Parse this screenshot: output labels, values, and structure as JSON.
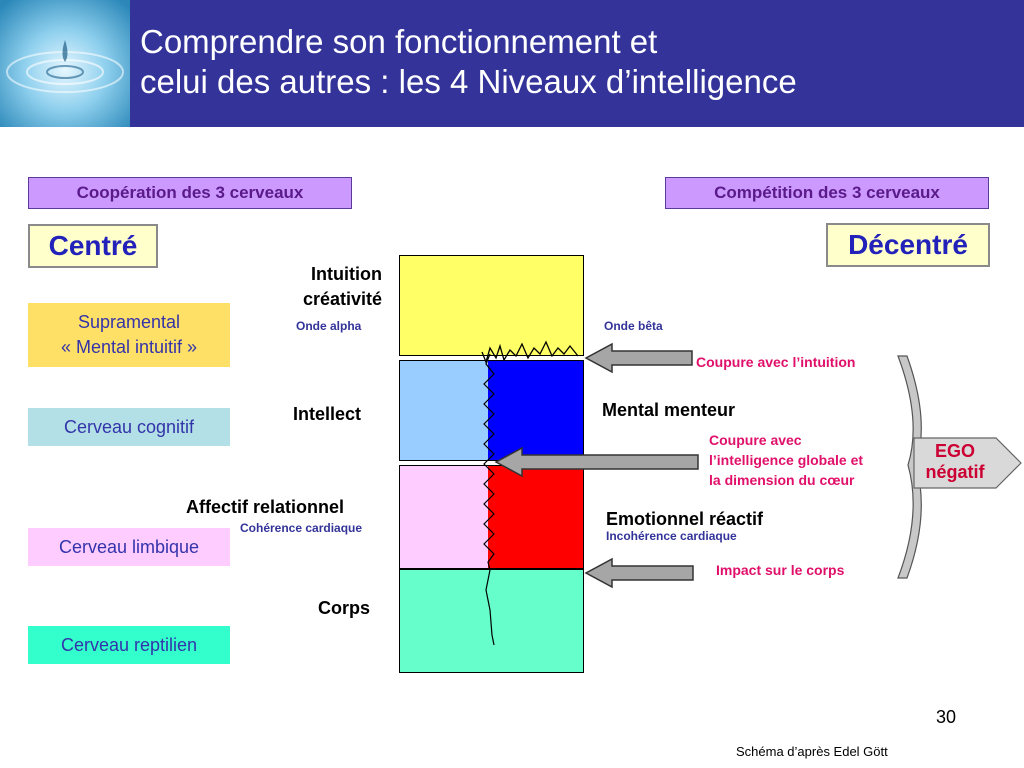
{
  "title": {
    "line1": "Comprendre son fonctionnement et",
    "line2": "celui des autres : les 4 Niveaux d’intelligence"
  },
  "cooperation": "Coopération des 3 cerveaux",
  "competition": "Compétition des 3 cerveaux",
  "centre": "Centré",
  "decentre": "Décentré",
  "levels": {
    "supramental_line1": "Supramental",
    "supramental_line2": "« Mental intuitif »",
    "cognitif": "Cerveau cognitif",
    "limbique": "Cerveau limbique",
    "reptilien": "Cerveau reptilien"
  },
  "labels_left": {
    "intuition_line1": "Intuition",
    "intuition_line2": "créativité",
    "onde_alpha": "Onde alpha",
    "intellect": "Intellect",
    "affectif": "Affectif relationnel",
    "coherence": "Cohérence cardiaque",
    "corps": "Corps"
  },
  "labels_right": {
    "onde_beta": "Onde bêta",
    "coupure_intuition": "Coupure avec l’intuition",
    "mental_menteur": "Mental menteur",
    "coupure_globale_line1": "Coupure avec",
    "coupure_globale_line2": "l’intelligence globale et",
    "coupure_globale_line3": "la dimension du cœur",
    "emotionnel": "Emotionnel réactif",
    "incoherence": "Incohérence cardiaque",
    "impact_corps": "Impact sur le corps"
  },
  "ego_line1": "EGO",
  "ego_line2": "négatif",
  "page_number": "30",
  "credit": "Schéma d’après Edel Gött",
  "colors": {
    "header": "#333399",
    "yellow": "#ffff66",
    "light_blue": "#99ccff",
    "blue": "#0000ff",
    "light_pink": "#ffccff",
    "red": "#ff0000",
    "aqua": "#66ffcc",
    "supramental": "#ffe066",
    "cognitif": "#b3e0e6",
    "limbique": "#ffccff",
    "reptilien": "#33ffcc"
  }
}
